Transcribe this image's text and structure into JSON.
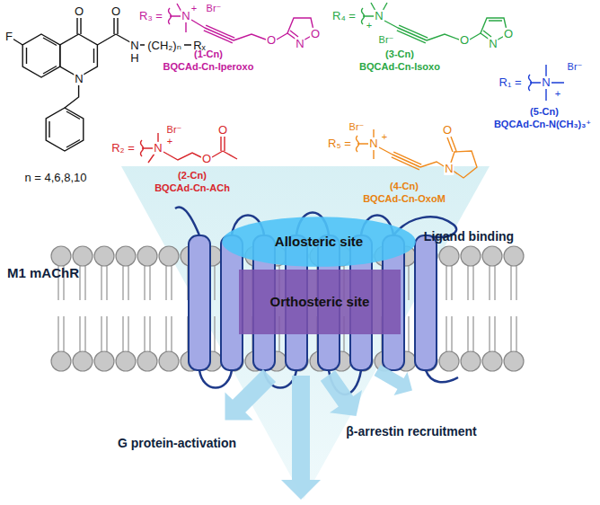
{
  "diagram": {
    "nodes": [
      {
        "text": [
          "Allosteric site"
        ]
      },
      {
        "text": [
          "Orthosteric site"
        ]
      }
    ],
    "labels": [
      "F",
      "O",
      "O",
      "N",
      "H",
      "(CH₂)ₙ",
      "Rₓ",
      "N",
      "n = 4,6,8,10",
      "R₃ =",
      "Br⁻",
      "+",
      "N",
      "O",
      "N",
      "O",
      "(1-Cn)",
      "BQCAd-Cn-Iperoxo",
      "R₄ =",
      "N",
      "+",
      "Br⁻",
      "O",
      "N",
      "O",
      "(3-Cn)",
      "BQCAd-Cn-Isoxo",
      "R₁ =",
      "Br⁻",
      "N",
      "+",
      "(5-Cn)",
      "BQCAd-Cn-N(CH₃)₃⁺",
      "R₂ =",
      "Br⁻",
      "N",
      "+",
      "O",
      "O",
      "(2-Cn)",
      "BQCAd-Cn-ACh",
      "R₅ =",
      "Br⁻",
      "N",
      "+",
      "O",
      "N",
      "(4-Cn)",
      "BQCAd-Cn-OxoM",
      "Ligand binding",
      "M1 mAChR",
      "G protein-activation",
      "β-arrestin recruitment"
    ]
  }
}
